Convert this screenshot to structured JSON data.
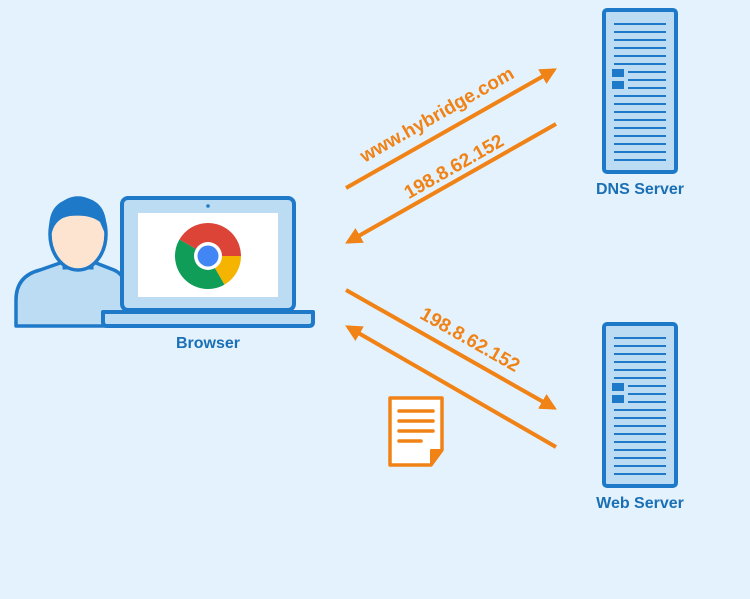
{
  "nodes": {
    "browser": {
      "label": "Browser"
    },
    "dns_server": {
      "label": "DNS Server"
    },
    "web_server": {
      "label": "Web Server"
    }
  },
  "messages": {
    "dns_query": "www.hybridge.com",
    "dns_response": "198.8.62.152",
    "web_request": "198.8.62.152"
  },
  "colors": {
    "background": "#e3f2fc",
    "primary_blue": "#1e7ac8",
    "light_blue": "#b9dcf5",
    "arrow_orange": "#f08216",
    "text_blue": "#1a6fb5"
  },
  "icons": [
    "user-icon",
    "laptop-icon",
    "chrome-logo-icon",
    "server-icon",
    "document-icon"
  ]
}
